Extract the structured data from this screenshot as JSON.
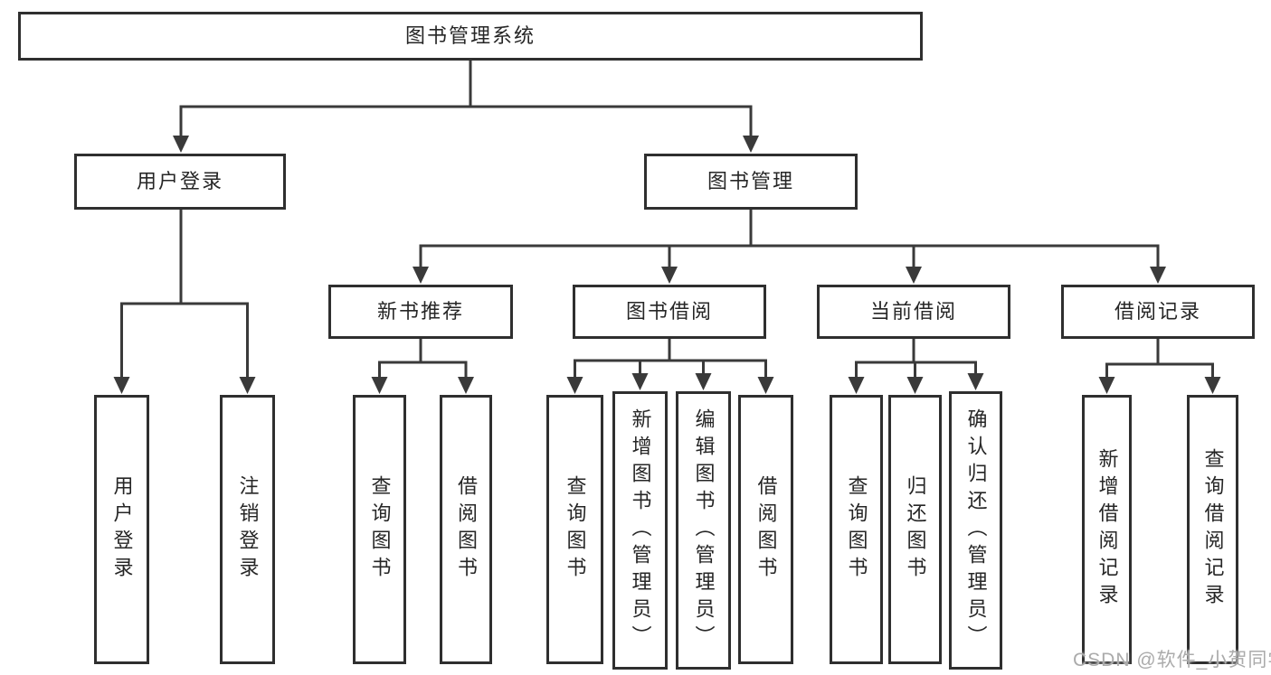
{
  "tree": {
    "label": "图书管理系统",
    "children": [
      {
        "label": "用户登录",
        "children": [
          {
            "label": "用户登录"
          },
          {
            "label": "注销登录"
          }
        ]
      },
      {
        "label": "图书管理",
        "children": [
          {
            "label": "新书推荐",
            "children": [
              {
                "label": "查询图书"
              },
              {
                "label": "借阅图书"
              }
            ]
          },
          {
            "label": "图书借阅",
            "children": [
              {
                "label": "查询图书"
              },
              {
                "label": "新增图书（管理员）"
              },
              {
                "label": "编辑图书（管理员）"
              },
              {
                "label": "借阅图书"
              }
            ]
          },
          {
            "label": "当前借阅",
            "children": [
              {
                "label": "查询图书"
              },
              {
                "label": "归还图书"
              },
              {
                "label": "确认归还（管理员）"
              }
            ]
          },
          {
            "label": "借阅记录",
            "children": [
              {
                "label": "新增借阅记录"
              },
              {
                "label": "查询借阅记录"
              }
            ]
          }
        ]
      }
    ]
  },
  "watermark": "CSDN @软件_小贺同学",
  "colors": {
    "background": "#ffffff",
    "line": "#3a3a3a",
    "box_border": "#2f2f2f",
    "text": "#262626",
    "watermark": "#ababab"
  }
}
